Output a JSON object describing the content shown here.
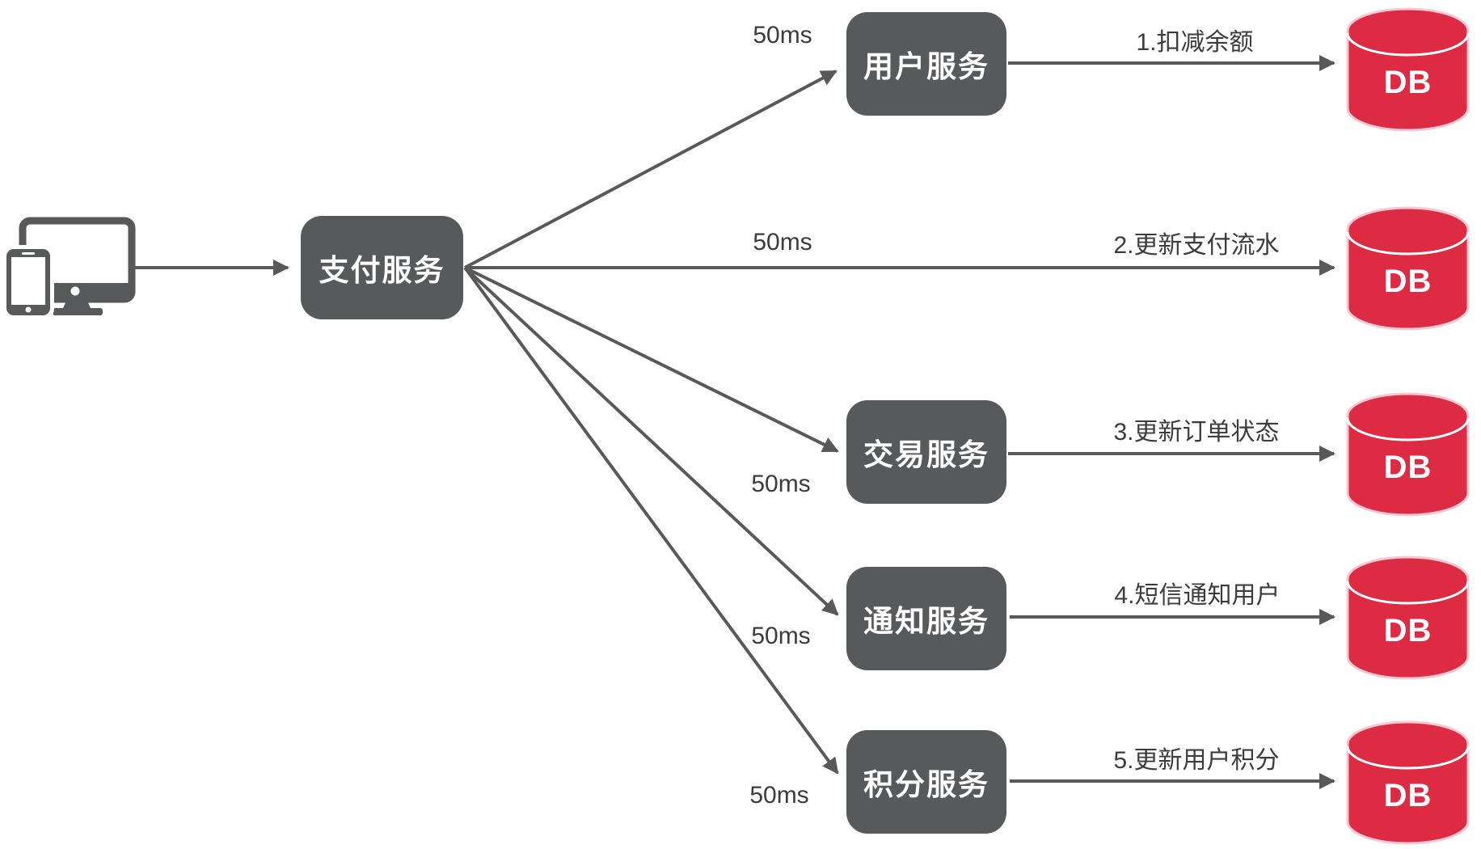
{
  "colors": {
    "node_gray": "#58595b",
    "db_red": "#dc2b43",
    "db_outline": "#f7c9d4",
    "arrow_gray": "#595959",
    "label_color": "#3c3c3c"
  },
  "icons": {
    "client": "client-devices-icon",
    "database": "database-cylinder-icon"
  },
  "payment": {
    "label": "支付服务"
  },
  "rows": [
    {
      "service": "用户服务",
      "latency": "50ms",
      "action": "1.扣减余额",
      "db": "DB"
    },
    {
      "service": null,
      "latency": "50ms",
      "action": "2.更新支付流水",
      "db": "DB"
    },
    {
      "service": "交易服务",
      "latency": "50ms",
      "action": "3.更新订单状态",
      "db": "DB"
    },
    {
      "service": "通知服务",
      "latency": "50ms",
      "action": "4.短信通知用户",
      "db": "DB"
    },
    {
      "service": "积分服务",
      "latency": "50ms",
      "action": "5.更新用户积分",
      "db": "DB"
    }
  ]
}
